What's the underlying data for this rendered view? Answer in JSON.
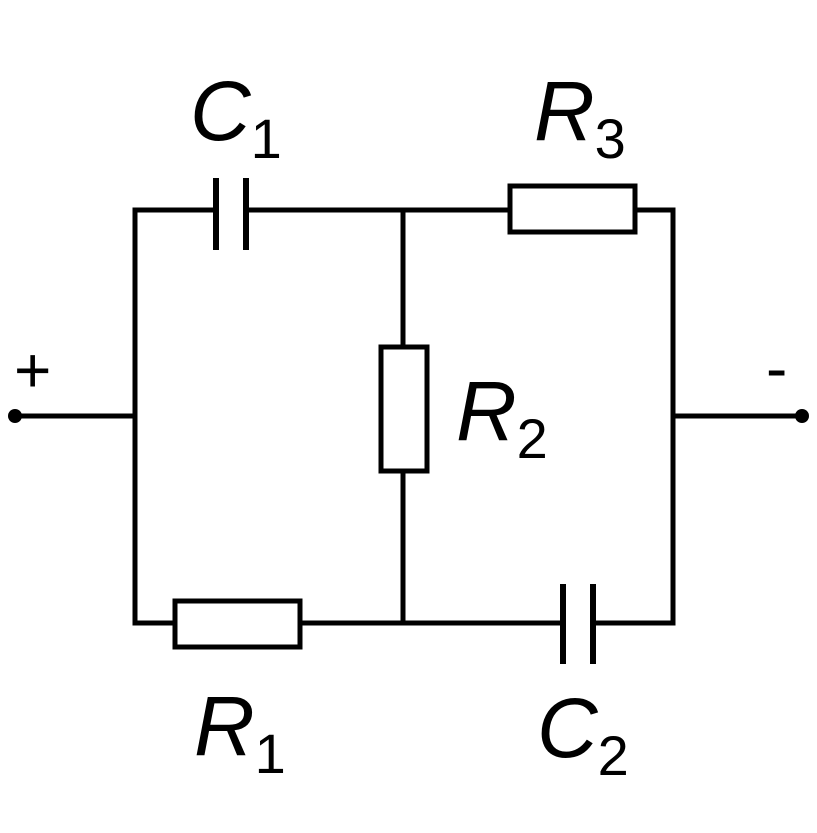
{
  "terminals": {
    "positive": "+",
    "negative": "-"
  },
  "components": {
    "C1": {
      "letter": "C",
      "subscript": "1"
    },
    "C2": {
      "letter": "C",
      "subscript": "2"
    },
    "R1": {
      "letter": "R",
      "subscript": "1"
    },
    "R2": {
      "letter": "R",
      "subscript": "2"
    },
    "R3": {
      "letter": "R",
      "subscript": "3"
    }
  }
}
